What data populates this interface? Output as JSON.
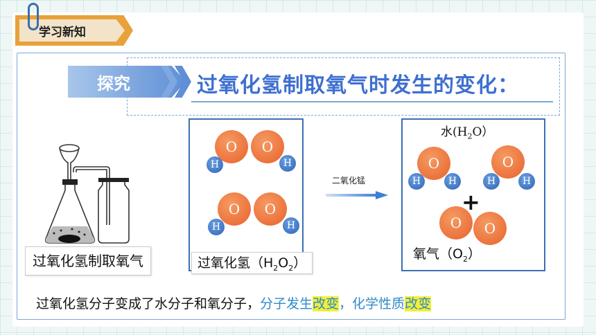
{
  "header": {
    "label": "学习新知"
  },
  "title": {
    "explore_label": "探究",
    "text": "过氧化氢制取氧气时发生的变化："
  },
  "captions": {
    "apparatus": "过氧化氢制取氧气",
    "h2o2_prefix": "过氧化氢（H",
    "h2o2_sub1": "2",
    "h2o2_mid": "O",
    "h2o2_sub2": "2",
    "h2o2_suffix": "）"
  },
  "reaction": {
    "catalyst": "二氧化锰",
    "plus": "+"
  },
  "products": {
    "water_prefix": "水(H",
    "water_sub": "2",
    "water_suffix": "O）",
    "oxygen_prefix": "氧气（O",
    "oxygen_sub": "2",
    "oxygen_suffix": "）"
  },
  "atoms": {
    "o": "O",
    "h": "H"
  },
  "summary": {
    "part1": "过氧化氢分子变成了水分子和氧分子，",
    "part2": "分子发生",
    "part3": "改变",
    "part4": "，化学性质",
    "part5": "改变"
  },
  "colors": {
    "accent_blue": "#3e6fd0",
    "oxygen_atom": "#e8622d",
    "hydrogen_atom": "#2f63b6",
    "highlight": "#f2ef3a"
  }
}
